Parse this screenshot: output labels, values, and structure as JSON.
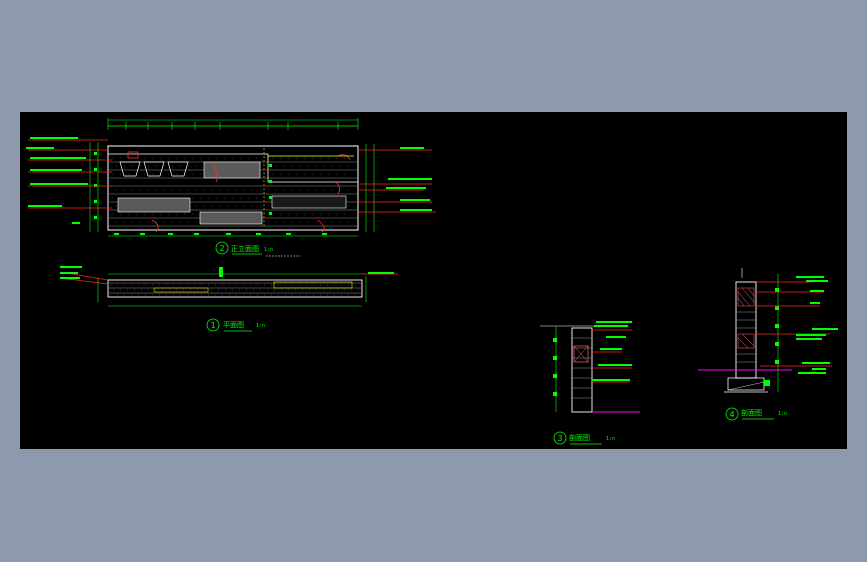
{
  "viewer": {
    "background_color": "#8d9aad",
    "canvas_color": "#000000"
  },
  "colors": {
    "wall": "#ffffff",
    "dimension": "#00ff00",
    "leader": "#ff2020",
    "brick": "#9a9a9a",
    "hatch": "#ff6a6a",
    "yellow": "#ffff00",
    "ground": "#ff00ff"
  },
  "views": {
    "front_elevation": {
      "number": "2",
      "title": "正立面图",
      "scale": "1:n"
    },
    "plan": {
      "number": "1",
      "title": "平面图",
      "scale": "1:n"
    },
    "section_a": {
      "number": "3",
      "title": "剖面图",
      "scale": "1:n"
    },
    "section_b": {
      "number": "4",
      "title": "剖面图",
      "scale": "1:n"
    }
  }
}
